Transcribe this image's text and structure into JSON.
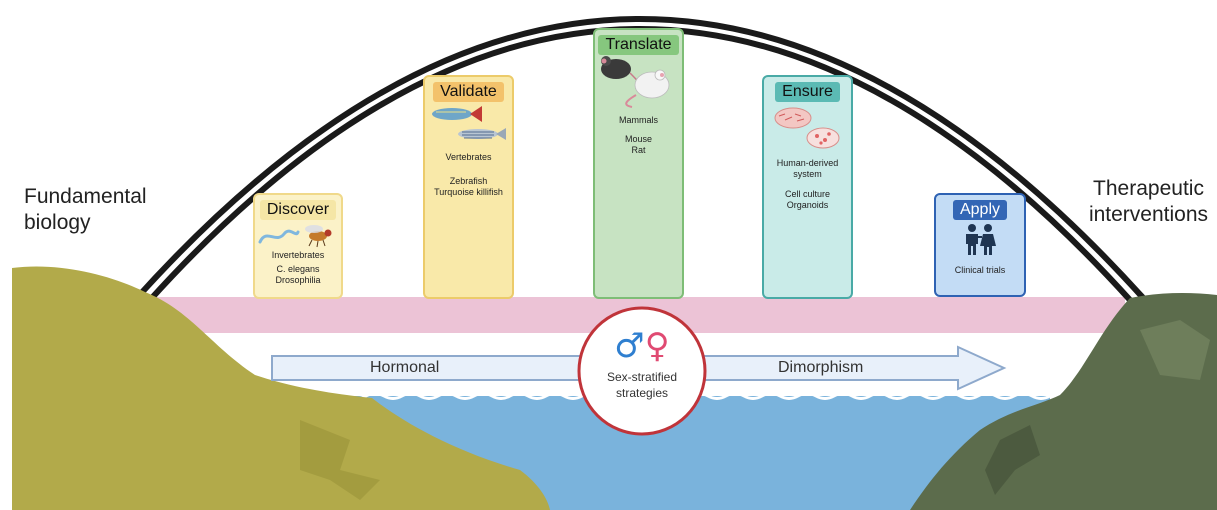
{
  "left_label": [
    "Fundamental",
    "biology"
  ],
  "right_label": [
    "Therapeutic",
    "interventions"
  ],
  "stages": [
    {
      "title": "Discover",
      "category": "Invertebrates",
      "examples": [
        "C. elegans",
        "Drosophilia"
      ],
      "fill": "#fbf2c8",
      "border": "#f0d98a",
      "title_bg": "#f5e6a6",
      "art": [
        "worm-icon",
        "fruit-fly-icon"
      ]
    },
    {
      "title": "Validate",
      "category": "Vertebrates",
      "examples": [
        "Zebrafish",
        "Turquoise killifish"
      ],
      "fill": "#f9e9a9",
      "border": "#eccb6a",
      "title_bg": "#f3c26b",
      "art": [
        "killifish-icon",
        "zebrafish-icon"
      ]
    },
    {
      "title": "Translate",
      "category": "Mammals",
      "examples": [
        "Mouse",
        "Rat"
      ],
      "fill": "#c7e3c2",
      "border": "#7ebd76",
      "title_bg": "#86c77e",
      "art": [
        "mouse-icon",
        "rat-icon"
      ]
    },
    {
      "title": "Ensure",
      "category": "Human-derived system",
      "examples": [
        "Cell culture",
        "Organoids"
      ],
      "fill": "#c9ebe8",
      "border": "#49aaa6",
      "title_bg": "#5bbab4",
      "art": [
        "cell-culture-dish-icon",
        "organoid-dish-icon"
      ]
    },
    {
      "title": "Apply",
      "category": "Clinical trials",
      "examples": [],
      "fill": "#c3dcf5",
      "border": "#2e62b3",
      "title_bg": "#3366b5",
      "art": [
        "people-icon"
      ]
    }
  ],
  "arrow_left_text": "Hormonal",
  "arrow_right_text": "Dimorphism",
  "center_symbols": {
    "male": "♂",
    "female": "♀",
    "male_color": "#2f7fd0",
    "female_color": "#e04a72"
  },
  "center_text": [
    "Sex-stratified",
    "strategies"
  ],
  "colors": {
    "left_cliff": "#b2aa4a",
    "right_cliff": "#5c6c4c",
    "water": "#7ab3dc",
    "bridge_deck": "#ecc3d6",
    "arrow_fill": "#e8f0fa",
    "arrow_stroke": "#8ea9cc",
    "circle_border": "#c0343a"
  }
}
